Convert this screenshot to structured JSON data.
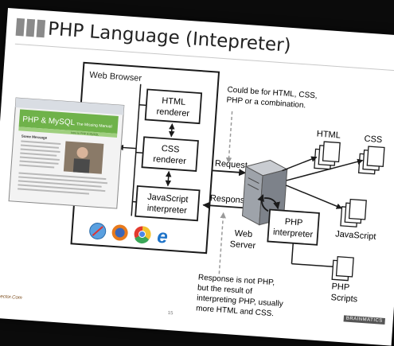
{
  "slide": {
    "title": "PHP Language (Intepreter)",
    "page_number": "15",
    "footer_left": "nspector.Com",
    "brand": "BRAINMATICS"
  },
  "diagram": {
    "web_browser_label": "Web Browser",
    "html_renderer": [
      "HTML",
      "renderer"
    ],
    "css_renderer": [
      "CSS",
      "renderer"
    ],
    "js_interpreter": [
      "JavaScript",
      "interpreter"
    ],
    "request_label": "Request",
    "response_label": "Response",
    "web_server": [
      "Web",
      "Server"
    ],
    "php_interpreter": [
      "PHP",
      "interpreter"
    ],
    "file_html": "HTML",
    "file_css": "CSS",
    "file_js": "JavaScript",
    "file_php": [
      "PHP",
      "Scripts"
    ],
    "note_top": [
      "Could be for HTML, CSS,",
      "PHP or a combination."
    ],
    "note_bottom": [
      "Response is not PHP,",
      "but the result of",
      "interpreting PHP, usually",
      "more HTML and CSS."
    ],
    "screenshot_site_title": "PHP & MySQL",
    "screenshot_site_subtitle": "The Missing Manual",
    "screenshot_nav_text": "Intro to PHP & MySQL",
    "screenshot_heading": "Some Message"
  },
  "colors": {
    "accent_green": "#6fb24a",
    "arrow": "#1a1a1a",
    "dashed": "#9a9a9a"
  }
}
